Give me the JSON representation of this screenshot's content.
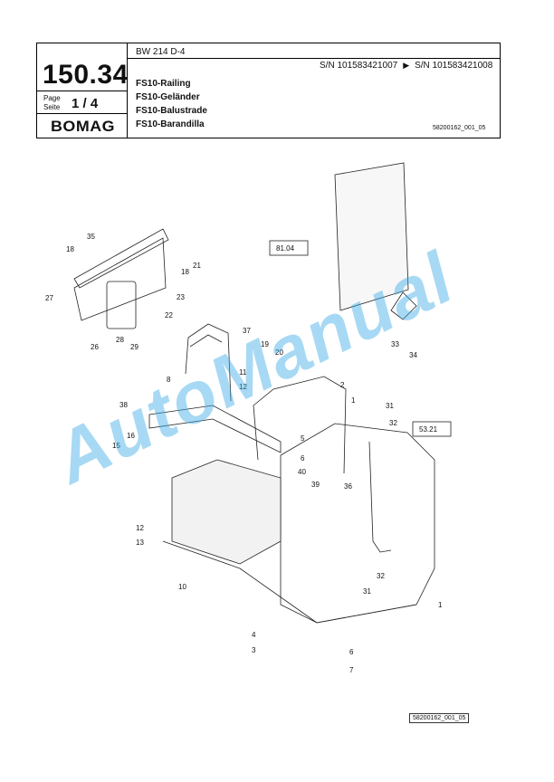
{
  "header": {
    "page_number": "150.34",
    "page_label_1": "Page",
    "page_label_2": "Seite",
    "page_of": "1 / 4",
    "brand": "BOMAG",
    "model": "BW 214 D-4",
    "serial_from": "S/N 101583421007",
    "serial_to": "S/N 101583421008",
    "titles": [
      "FS10-Railing",
      "FS10-Geländer",
      "FS10-Balustrade",
      "FS10-Barandilla"
    ],
    "doc_id": "58200162_001_05"
  },
  "watermark": "AutoManual",
  "diagram": {
    "refs": [
      "81.04",
      "53.21"
    ],
    "callouts": [
      "35",
      "18",
      "21",
      "18",
      "27",
      "23",
      "22",
      "26",
      "28",
      "29",
      "37",
      "19",
      "20",
      "8",
      "11",
      "12",
      "38",
      "2",
      "1",
      "31",
      "32",
      "16",
      "15",
      "5",
      "6",
      "40",
      "39",
      "36",
      "33",
      "34",
      "12",
      "13",
      "10",
      "4",
      "3",
      "32",
      "31",
      "1",
      "6",
      "7"
    ]
  },
  "footer": {
    "doc_id": "58200162_001_05"
  }
}
